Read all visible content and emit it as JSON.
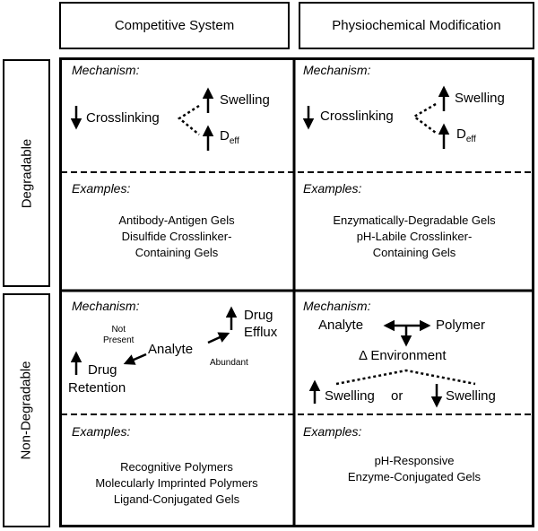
{
  "columns": [
    "Competitive System",
    "Physiochemical Modification"
  ],
  "rows": [
    "Degradable",
    "Non-Degradable"
  ],
  "labels": {
    "mechanism": "Mechanism:",
    "examples": "Examples:"
  },
  "degradable": {
    "competitive": {
      "crosslinking": "Crosslinking",
      "swelling": "Swelling",
      "deff_main": "D",
      "deff_sub": "eff",
      "examples": [
        "Antibody-Antigen Gels",
        "Disulfide Crosslinker-",
        "Containing Gels"
      ]
    },
    "physio": {
      "crosslinking": "Crosslinking",
      "swelling": "Swelling",
      "deff_main": "D",
      "deff_sub": "eff",
      "examples": [
        "Enzymatically-Degradable Gels",
        "pH-Labile Crosslinker-",
        "Containing Gels"
      ]
    }
  },
  "nondegradable": {
    "competitive": {
      "drug_efflux": [
        "Drug",
        "Efflux"
      ],
      "not_present": [
        "Not",
        "Present"
      ],
      "analyte": "Analyte",
      "abundant": "Abundant",
      "drug_retention": [
        "Drug",
        "Retention"
      ],
      "examples": [
        "Recognitive Polymers",
        "Molecularly Imprinted Polymers",
        "Ligand-Conjugated Gels"
      ]
    },
    "physio": {
      "analyte": "Analyte",
      "polymer": "Polymer",
      "environment": "Δ Environment",
      "swelling_up": "Swelling",
      "or": "or",
      "swelling_down": "Swelling",
      "examples": [
        "pH-Responsive",
        "Enzyme-Conjugated Gels"
      ]
    }
  }
}
